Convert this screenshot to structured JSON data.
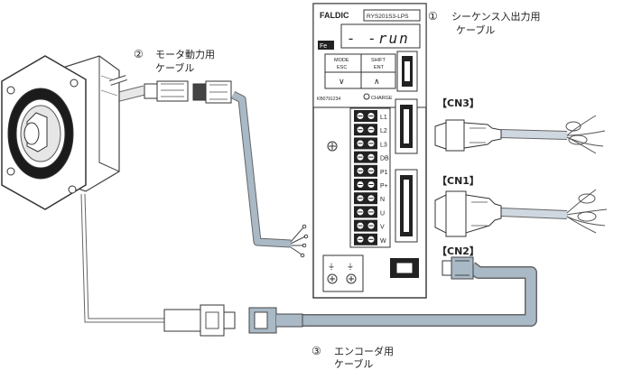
{
  "drive": {
    "brand": "FALDIC",
    "model": "RYS201S3-LPS",
    "display": "- -run",
    "serial": "KB0791234",
    "charge": "CHARGE",
    "btn_mode": "MODE",
    "btn_esc": "ESC",
    "btn_shift": "SHIFT",
    "btn_ent": "ENT",
    "btn_down": "∨",
    "btn_up": "∧",
    "fe_logo": "Fe",
    "terminals": [
      "L1",
      "L2",
      "L3",
      "DB",
      "P1",
      "P+",
      "N",
      "U",
      "V",
      "W"
    ]
  },
  "connectors": {
    "cn3": "【CN3】",
    "cn1": "【CN1】",
    "cn2": "【CN2】"
  },
  "labels": {
    "l1_num": "①",
    "l1_line1": "シーケンス入出力用",
    "l1_line2": "ケーブル",
    "l2_num": "②",
    "l2_line1": "モータ動力用",
    "l2_line2": "ケーブル",
    "l3_num": "③",
    "l3_line1": "エンコーダ用",
    "l3_line2": "ケーブル"
  },
  "colors": {
    "cable": "#a9b9c6",
    "cable_stroke": "#666",
    "cable_light": "#d6dde4"
  }
}
